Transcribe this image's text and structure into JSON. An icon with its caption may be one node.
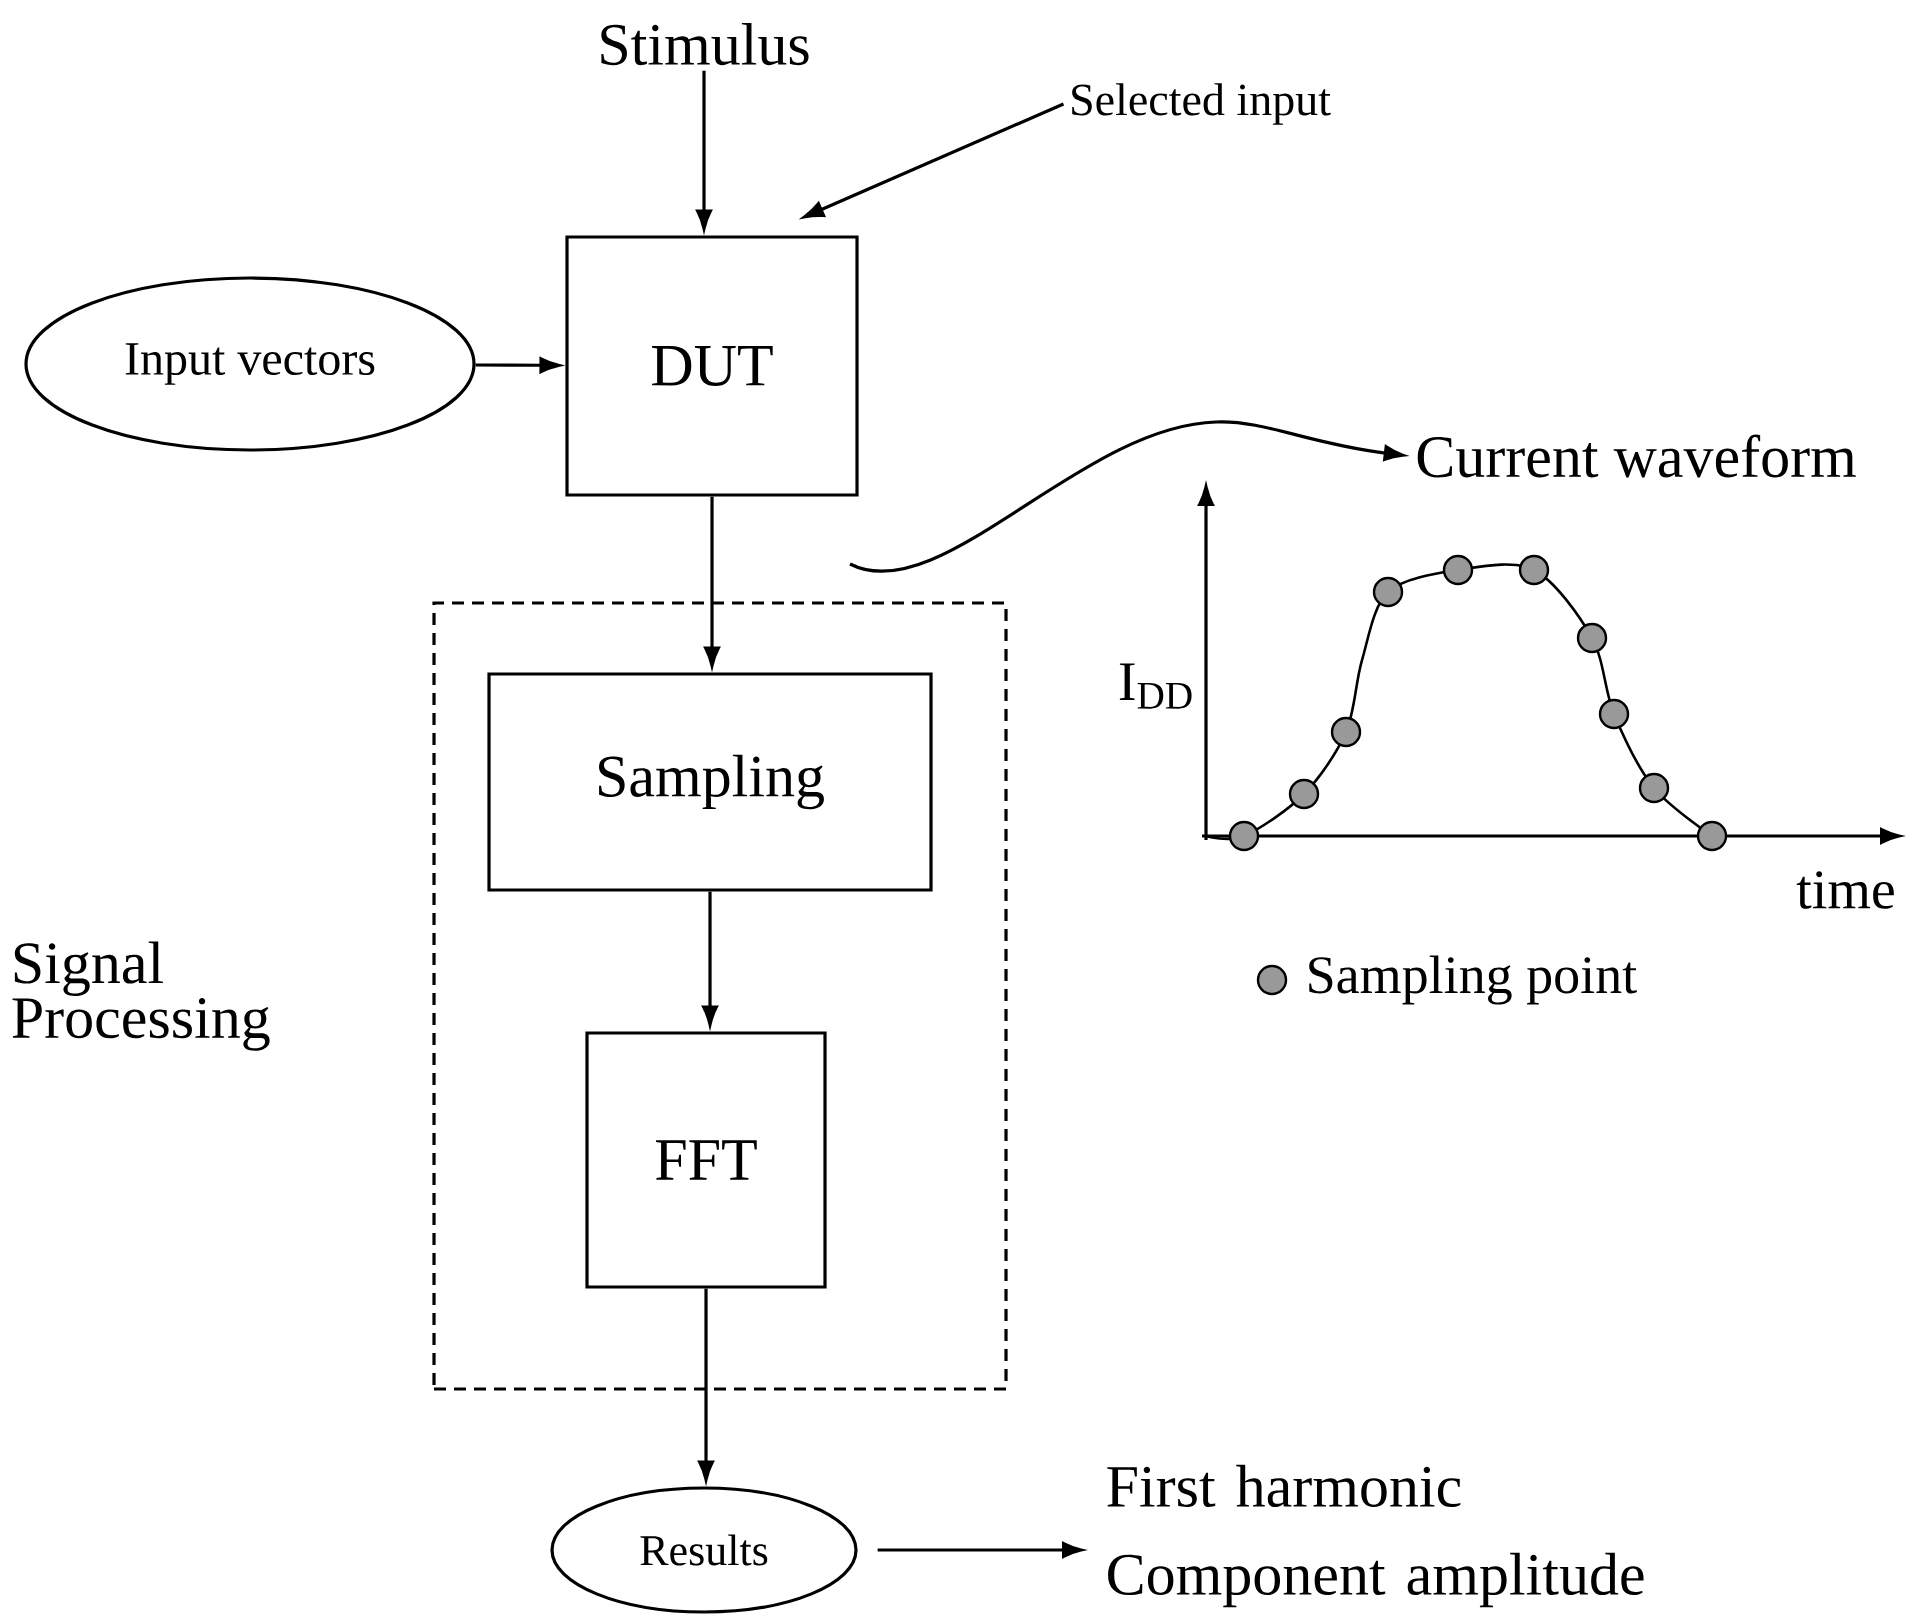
{
  "diagram": {
    "nodes": [
      {
        "text": [
          "Stimulus"
        ]
      },
      {
        "text": [
          "Selected input"
        ]
      },
      {
        "text": [
          "Input vectors"
        ]
      },
      {
        "text": [
          "DUT"
        ]
      },
      {
        "text": [
          "Signal Processing"
        ]
      },
      {
        "text": [
          "Sampling"
        ],
        "in": 4
      },
      {
        "text": [
          "FFT"
        ],
        "in": 4
      },
      {
        "text": [
          "Results"
        ]
      },
      {
        "text": [
          "First harmonic Component amplitude"
        ]
      },
      {
        "text": [
          "Current waveform"
        ]
      }
    ],
    "edges": [
      {
        "from": 0,
        "to": 3,
        "arrow": "to"
      },
      {
        "from": 1,
        "to": 3,
        "arrow": "to"
      },
      {
        "from": 2,
        "to": 3,
        "arrow": "to"
      },
      {
        "from": 3,
        "to": 5,
        "arrow": "to"
      },
      {
        "from": 5,
        "to": 6,
        "arrow": "to"
      },
      {
        "from": 6,
        "to": 7,
        "arrow": "to"
      },
      {
        "from": 7,
        "to": 8,
        "arrow": "to"
      },
      {
        "from": null,
        "to": 9,
        "arrow": "to"
      }
    ],
    "labels": [
      "I$_{DD}$",
      "time"
    ],
    "legend": [
      {
        "text": "Sampling point"
      }
    ]
  }
}
